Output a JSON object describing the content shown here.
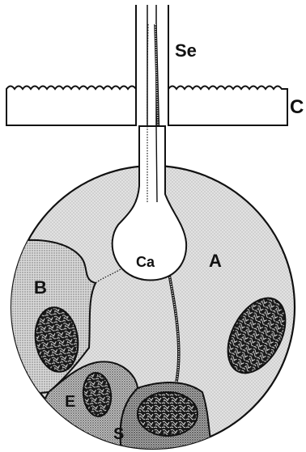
{
  "labels": {
    "se": "Se",
    "c": "C",
    "ca": "Ca",
    "a": "A",
    "b": "B",
    "e": "E",
    "s": "S"
  },
  "colors": {
    "ink": "#111111",
    "cell_a_fill": "#dcdcdc",
    "cell_b_fill": "#d6d6d6",
    "cell_e_fill": "#c8c8c8",
    "cell_s_fill": "#b4b4b4",
    "nucleus_fill": "#151515",
    "cavity_fill": "#ffffff"
  }
}
